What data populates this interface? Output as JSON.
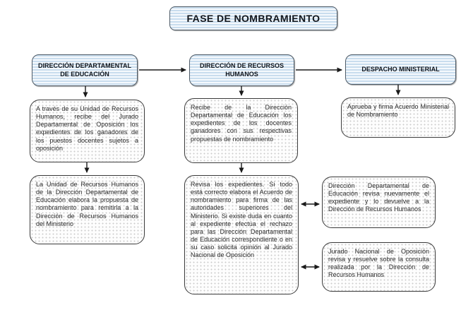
{
  "title": "FASE DE NOMBRAMIENTO",
  "columns": [
    {
      "header": "DIRECCIÓN DEPARTAMENTAL DE EDUCACIÓN",
      "boxes": [
        "A través de su Unidad de Recursos Humanos, recibe del Jurado Departamental de Oposición los expedientes de los ganadores de los puestos docentes sujetos a oposición",
        "La Unidad de Recursos Humanos de la Dirección Departamental de Educación elabora la propuesta de nombramiento para remitirla a la Dirección de Recursos Humanos del Ministerio"
      ]
    },
    {
      "header": "DIRECCIÓN DE RECURSOS HUMANOS",
      "boxes": [
        "Recibe de la Dirección Departamental de Educación los expedientes de los docentes ganadores con sus respectivas propuestas de nombramiento",
        "Revisa los expedientes. Si todo está correcto elabora el Acuerdo de nombramiento para firma de las autoridades superiores del Ministerio. Si existe duda en cuanto al expediente efectúa el rechazo para las Dirección Departamental de Educación correspondiente o en su caso solicita opinión al Jurado Nacional de Oposición"
      ]
    },
    {
      "header": "DESPACHO MINISTERIAL",
      "boxes": [
        "Aprueba y firma Acuerdo Ministerial de Nombramiento"
      ]
    }
  ],
  "side_boxes": [
    "Dirección Departamental de Educación revisa nuevamente el expediente y lo devuelve a la Dirección de Recursos Humanos",
    "Jurado Nacional de Oposición revisa y resuelve sobre la consulta realizada por la Dirección de Recursos Humanos"
  ],
  "colors": {
    "stripe_blue": "#c9ddee",
    "box_border": "#3a3a3a",
    "arrow": "#1a1a1a"
  }
}
